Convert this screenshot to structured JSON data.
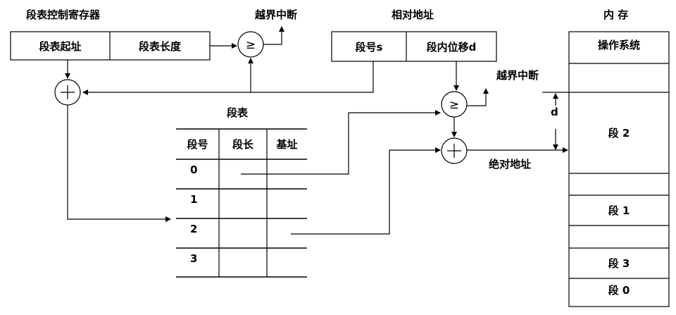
{
  "register": {
    "title": "段表控制寄存器",
    "cells": [
      "段表起址",
      "段表长度"
    ]
  },
  "address": {
    "title": "相对地址",
    "cells": [
      "段号s",
      "段内位移d"
    ]
  },
  "memory": {
    "title": "内 存",
    "cells": [
      "操作系统",
      "",
      "段 2",
      "",
      "段 1",
      "",
      "段 3",
      "段 0"
    ]
  },
  "segtable": {
    "title": "段表",
    "headers": [
      "段号",
      "段长",
      "基址"
    ],
    "rows": [
      "0",
      "1",
      "2",
      "3"
    ]
  },
  "labels": {
    "overflow_top": "越界中断",
    "overflow_mid": "越界中断",
    "absolute_addr": "绝对地址",
    "d": "d"
  },
  "symbols": {
    "compare": "≥",
    "add": "+"
  }
}
